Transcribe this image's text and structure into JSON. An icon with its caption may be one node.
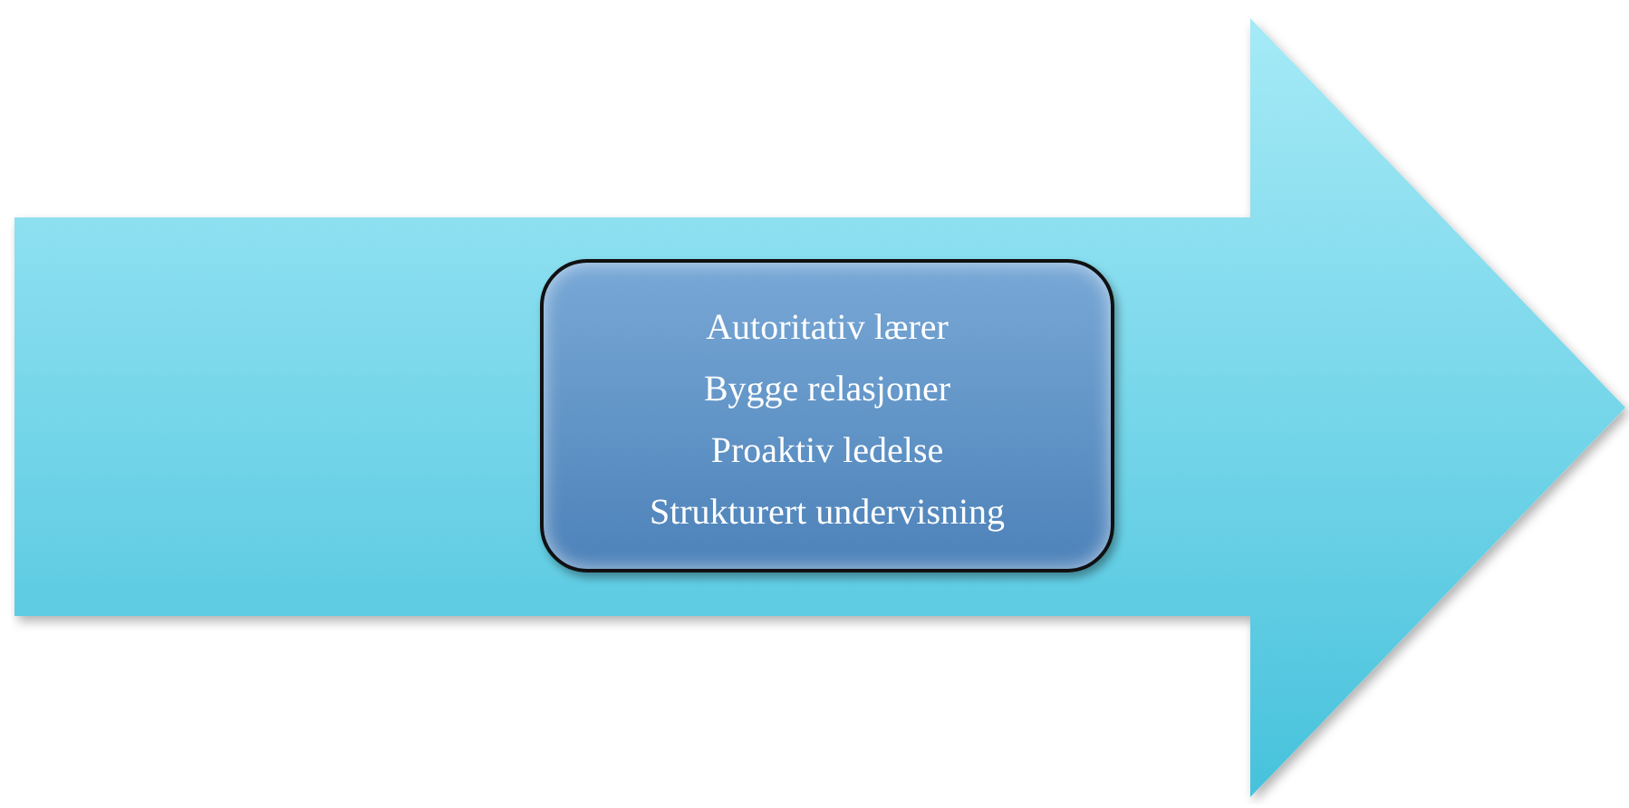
{
  "diagram": {
    "nodes": [
      {
        "text": [],
        "shape": "arrow"
      },
      {
        "text": [
          "Autoritativ lærer",
          "Bygge relasjoner",
          "Proaktiv ledelse",
          "Strukturert undervisning"
        ],
        "in": 0
      }
    ]
  }
}
